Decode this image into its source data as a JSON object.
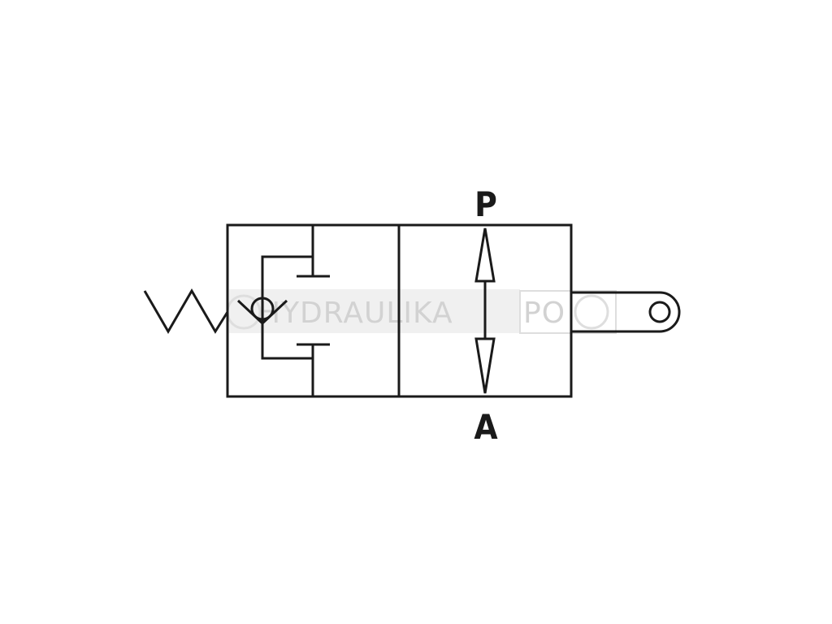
{
  "ports": {
    "top": "P",
    "bottom": "A"
  },
  "watermark": {
    "text_main": "HYDRAULIKA",
    "text_box": "PO"
  },
  "icons": {
    "spring": "spring-icon",
    "check_valve": "check-valve-icon",
    "roller": "roller-actuator-icon",
    "arrow": "bidirectional-arrow-icon"
  },
  "colors": {
    "line": "#1a1a1a",
    "background": "#ffffff",
    "watermark": "#d2d2d2"
  }
}
